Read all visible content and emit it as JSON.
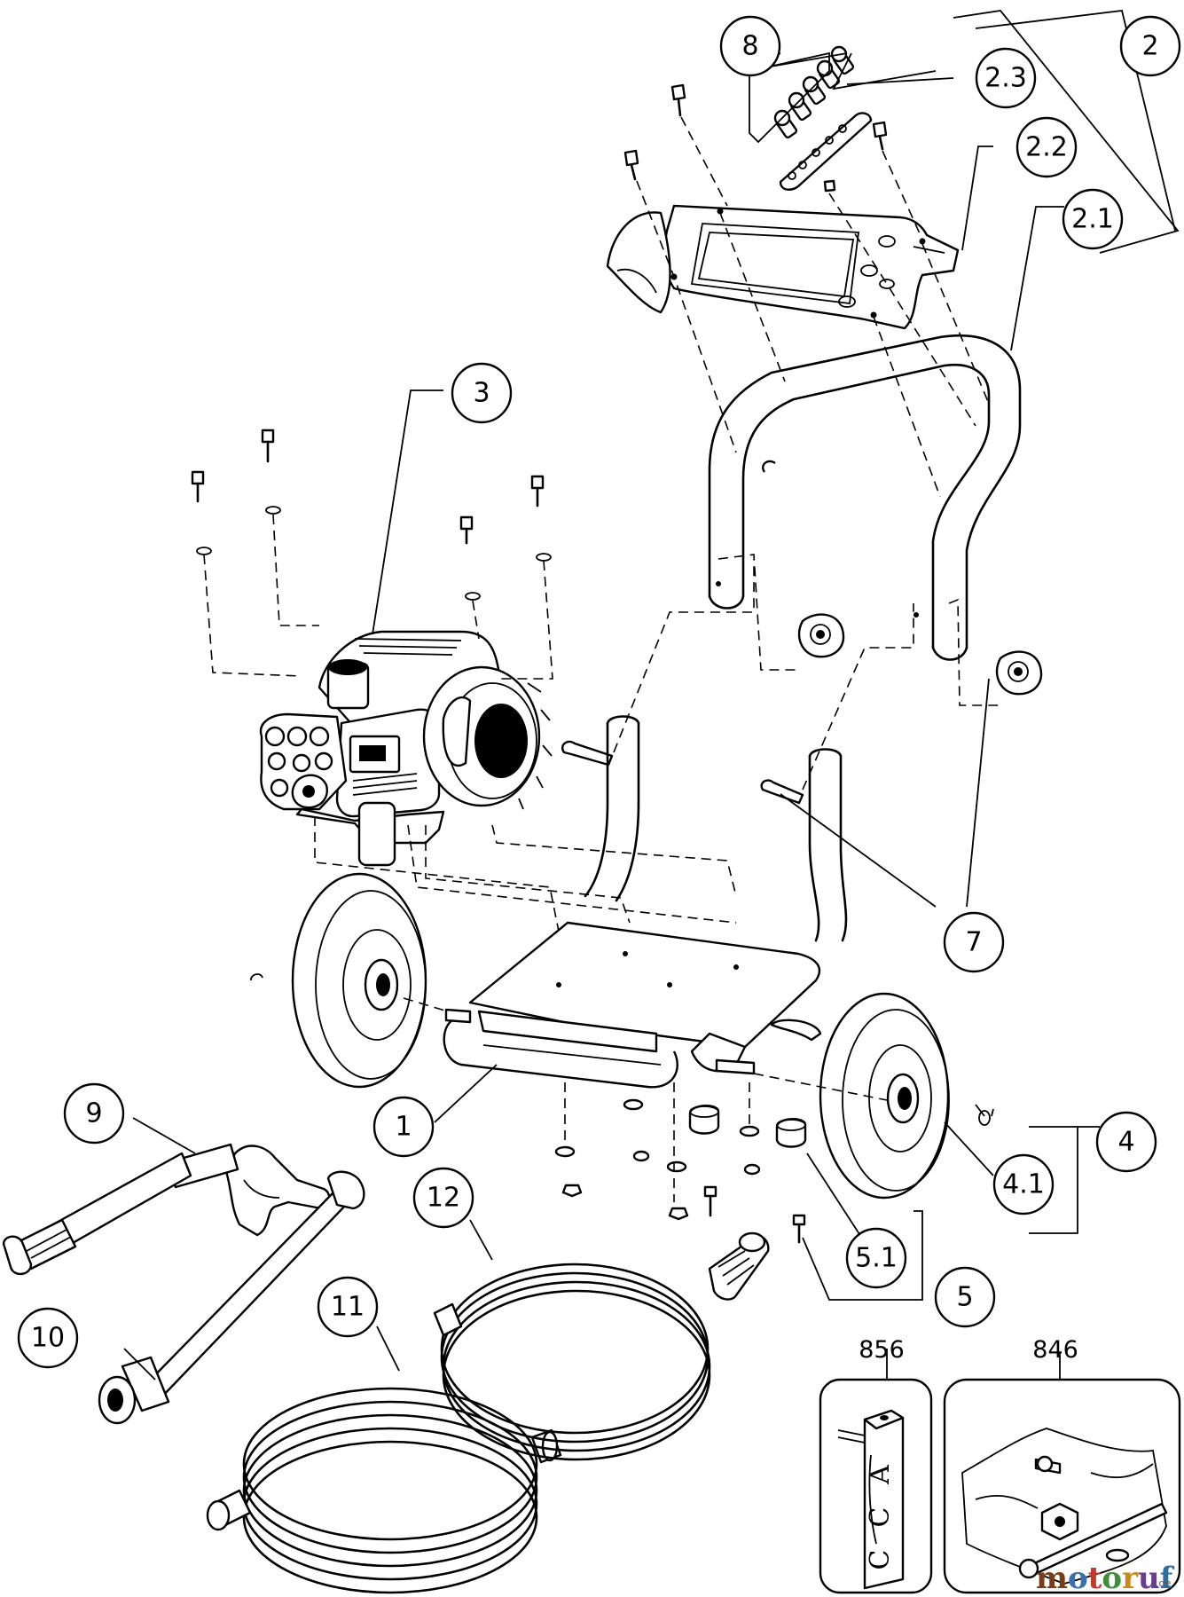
{
  "callouts": [
    {
      "id": "1",
      "label": "1"
    },
    {
      "id": "2",
      "label": "2"
    },
    {
      "id": "2.1",
      "label": "2.1"
    },
    {
      "id": "2.2",
      "label": "2.2"
    },
    {
      "id": "2.3",
      "label": "2.3"
    },
    {
      "id": "3",
      "label": "3"
    },
    {
      "id": "4",
      "label": "4"
    },
    {
      "id": "4.1",
      "label": "4.1"
    },
    {
      "id": "5",
      "label": "5"
    },
    {
      "id": "5.1",
      "label": "5.1"
    },
    {
      "id": "7",
      "label": "7"
    },
    {
      "id": "8",
      "label": "8"
    },
    {
      "id": "9",
      "label": "9"
    },
    {
      "id": "10",
      "label": "10"
    },
    {
      "id": "11",
      "label": "11"
    },
    {
      "id": "12",
      "label": "12"
    }
  ],
  "kits": [
    {
      "id": "856",
      "label": "856",
      "card_text": [
        "A",
        "C",
        "C"
      ]
    },
    {
      "id": "846",
      "label": "846"
    }
  ],
  "watermark": {
    "brand": "motoruf",
    "suffix": ".de"
  },
  "colors": {
    "line": "#000000",
    "background": "#ffffff"
  }
}
